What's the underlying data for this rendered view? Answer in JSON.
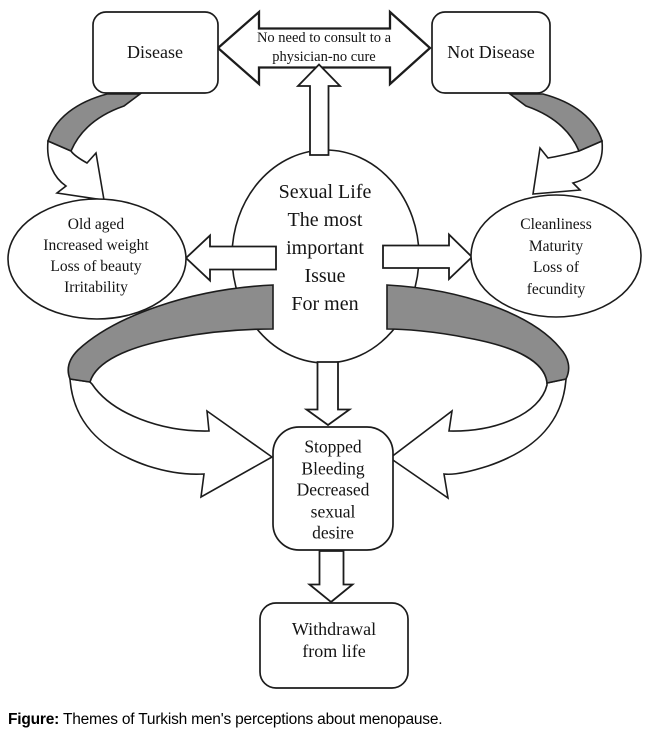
{
  "diagram": {
    "disease_box": "Disease",
    "not_disease_box": "Not Disease",
    "consult_arrow_label": "No need to consult to a\nphysician-no cure",
    "center_ellipse": "Sexual Life\nThe most\nimportant\nIssue\nFor men",
    "left_ellipse": "Old aged\nIncreased weight\nLoss of beauty\nIrritability",
    "right_ellipse": "Cleanliness\nMaturity\nLoss of\nfecundity",
    "stopped_box": "Stopped\nBleeding\nDecreased\nsexual\ndesire",
    "withdrawal_box": "Withdrawal\nfrom life",
    "caption_label": "Figure:",
    "caption_text": " Themes of Turkish men's perceptions about menopause."
  },
  "colors": {
    "band_gray": "#8c8c8c",
    "outline": "#1c1c1c",
    "shape_fill": "#ffffff"
  }
}
